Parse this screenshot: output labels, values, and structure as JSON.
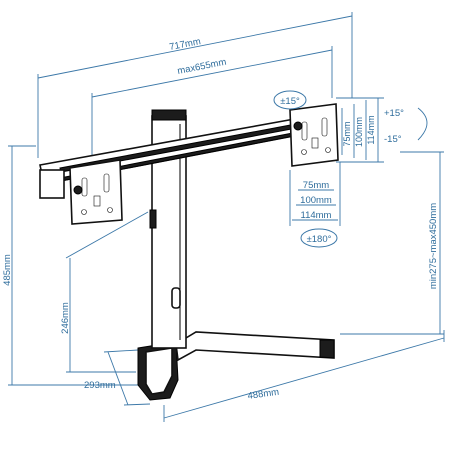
{
  "dimensions": {
    "total_width": "717mm",
    "max_span": "max655mm",
    "total_height": "485mm",
    "pole_height": "246mm",
    "base_depth": "293mm",
    "base_width": "488mm",
    "height_range": "min275~max450mm",
    "vesa_h_75": "75mm",
    "vesa_h_100": "100mm",
    "vesa_h_114": "114mm",
    "vesa_v_75": "75mm",
    "vesa_v_100": "100mm",
    "vesa_v_114": "114mm"
  },
  "rotations": {
    "swivel": "±15°",
    "tilt_up": "+15°",
    "tilt_down": "-15°",
    "rotate": "±180°"
  },
  "colors": {
    "dimension_line": "#3c78a8",
    "dimension_text": "#2f6d9c",
    "product": "#1c1c1c"
  }
}
